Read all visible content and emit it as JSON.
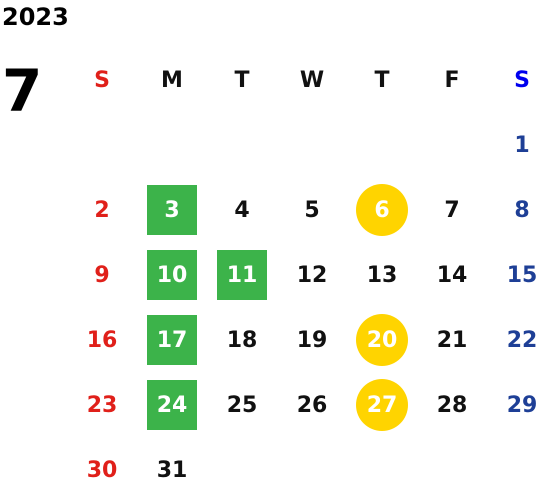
{
  "year": "2023",
  "month": "7",
  "weekdays": [
    "S",
    "M",
    "T",
    "W",
    "T",
    "F",
    "S"
  ],
  "colors": {
    "sunday": "#e0201a",
    "saturday": "#1e3f96",
    "saturday_header": "#0000ee",
    "green_highlight": "#3cb34a",
    "yellow_highlight": "#ffd400"
  },
  "weeks": [
    [
      "",
      "",
      "",
      "",
      "",
      "",
      "1"
    ],
    [
      "2",
      "3",
      "4",
      "5",
      "6",
      "7",
      "8"
    ],
    [
      "9",
      "10",
      "11",
      "12",
      "13",
      "14",
      "15"
    ],
    [
      "16",
      "17",
      "18",
      "19",
      "20",
      "21",
      "22"
    ],
    [
      "23",
      "24",
      "25",
      "26",
      "27",
      "28",
      "29"
    ],
    [
      "30",
      "31",
      "",
      "",
      "",
      "",
      ""
    ]
  ],
  "green_days": [
    "3",
    "10",
    "11",
    "17",
    "24"
  ],
  "yellow_days": [
    "6",
    "20",
    "27"
  ]
}
